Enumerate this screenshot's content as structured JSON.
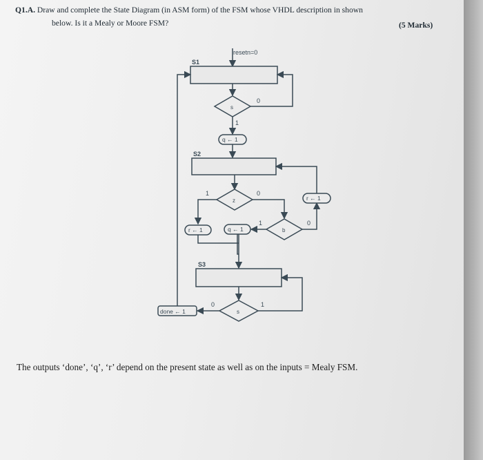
{
  "question": {
    "id": "Q1.A.",
    "text_line1": " Draw and complete the State Diagram (in ASM form) of the FSM whose VHDL description in shown",
    "text_line2": "below. Is it a Mealy or Moore FSM?",
    "marks": "(5 Marks)"
  },
  "asm": {
    "reset_label": "resetn=0",
    "states": [
      {
        "name": "S1"
      },
      {
        "name": "S2"
      },
      {
        "name": "S3"
      }
    ],
    "decisions": [
      {
        "input": "s",
        "true_label": "1",
        "false_label": "0"
      },
      {
        "input": "z",
        "true_label": "1",
        "false_label": "0"
      },
      {
        "input": "b",
        "true_label": "1",
        "false_label": "0"
      },
      {
        "input": "s",
        "true_label": "1",
        "false_label": "0"
      }
    ],
    "outputs": {
      "q_set_1": "q ← 1",
      "q_set_2": "q ← 1",
      "r_set_1": "r ← 1",
      "r_set_2": "r ← 1",
      "done_set": "done ← 1"
    }
  },
  "answer": "The outputs ‘done’, ‘q’, ‘r’ depend on the present state as well as on the inputs = Mealy FSM."
}
